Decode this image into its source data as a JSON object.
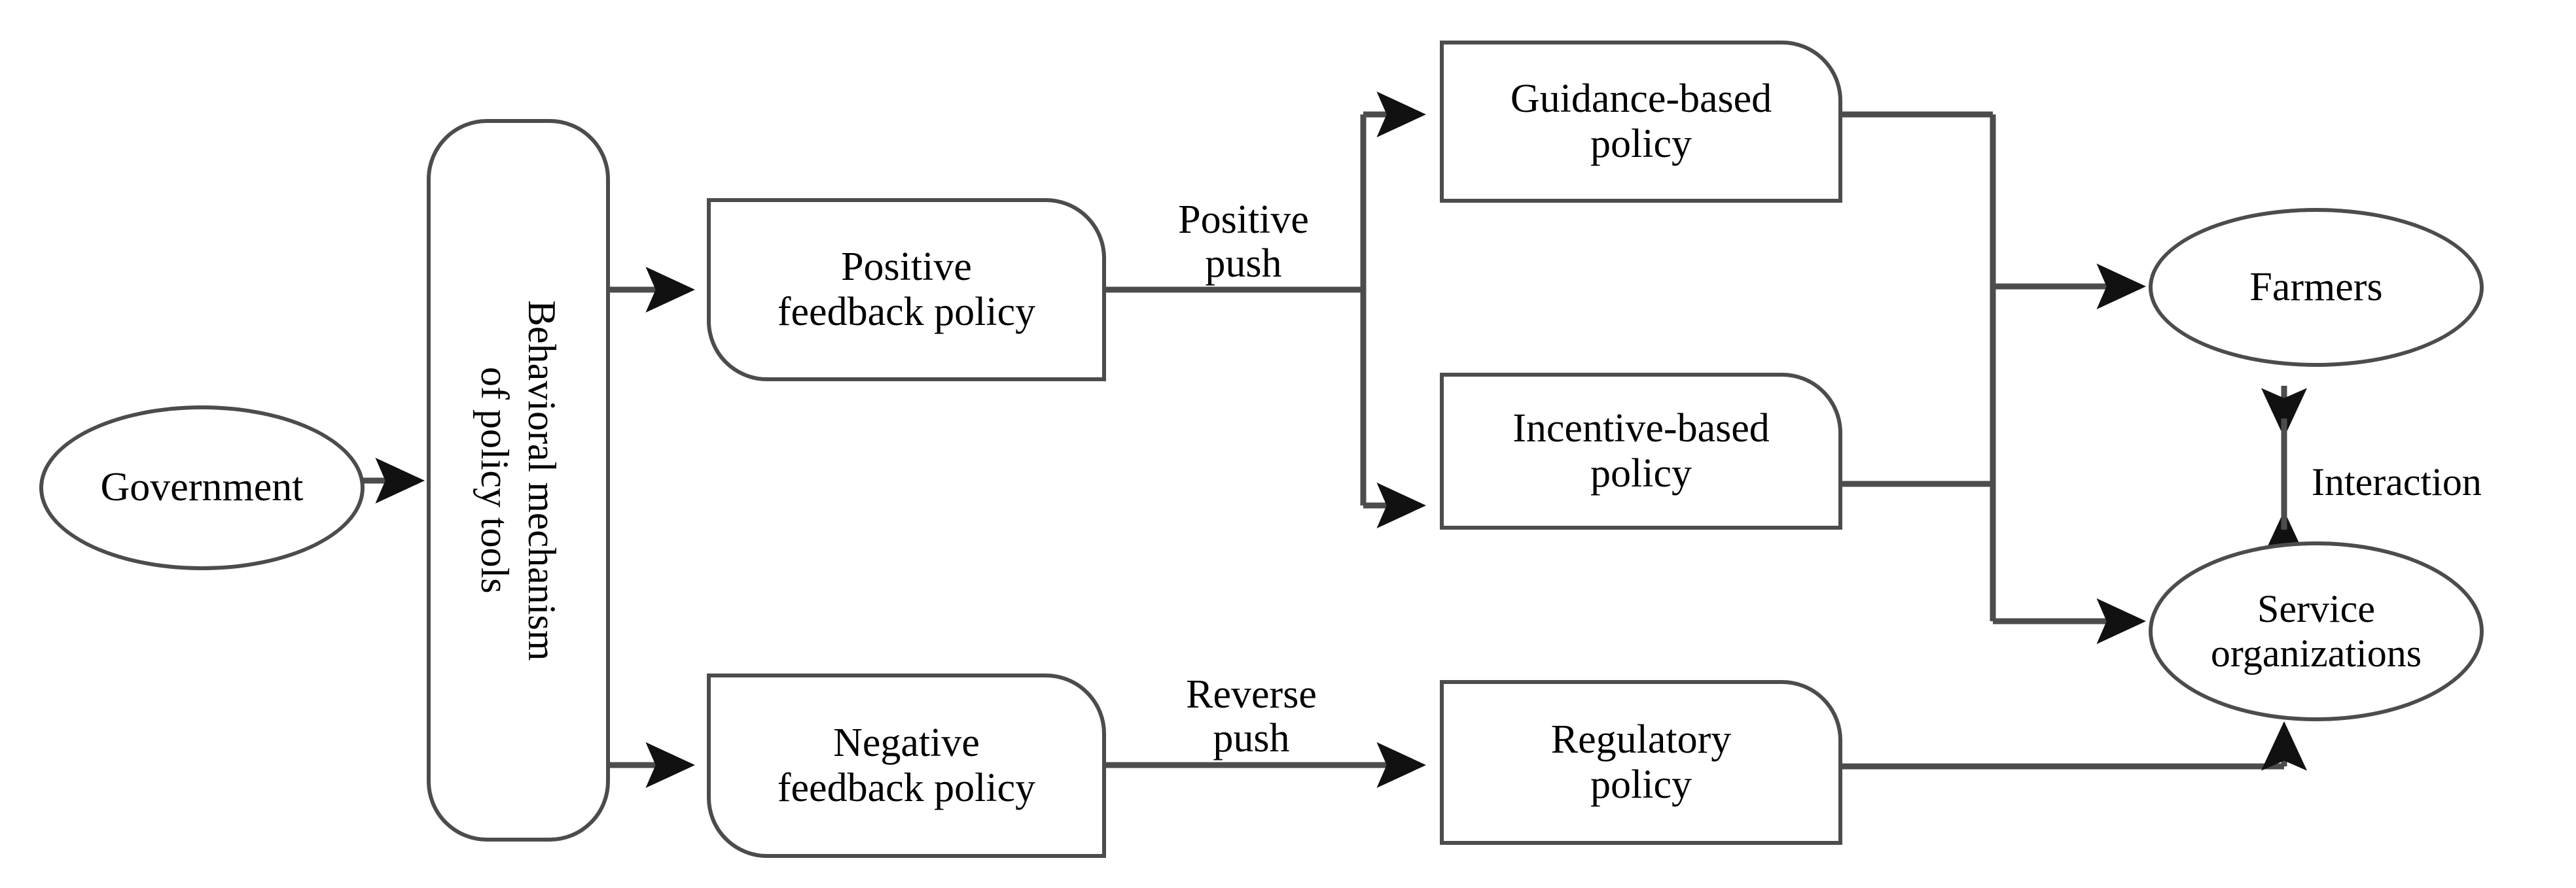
{
  "diagram": {
    "title": "Behavioral mechanism of policy tools",
    "stroke_color": "#4c4c4c",
    "text_color": "#000000",
    "background": "#ffffff",
    "type": "flowchart"
  },
  "nodes": {
    "government": {
      "label": "Government",
      "shape": "ellipse"
    },
    "mechanism": {
      "label": "Behavioral mechanism\nof policy tools",
      "shape": "rounded-rect-vertical"
    },
    "positive_feedback": {
      "label": "Positive\nfeedback policy",
      "shape": "flag"
    },
    "negative_feedback": {
      "label": "Negative\nfeedback policy",
      "shape": "flag"
    },
    "guidance": {
      "label": "Guidance-based\npolicy",
      "shape": "flag"
    },
    "incentive": {
      "label": "Incentive-based\npolicy",
      "shape": "flag"
    },
    "regulatory": {
      "label": "Regulatory\npolicy",
      "shape": "flag"
    },
    "farmers": {
      "label": "Farmers",
      "shape": "ellipse"
    },
    "service_organizations": {
      "label": "Service\norganizations",
      "shape": "ellipse"
    }
  },
  "edge_labels": {
    "positive_push": "Positive\npush",
    "reverse_push": "Reverse\npush",
    "interaction": "Interaction"
  },
  "edges": [
    {
      "from": "government",
      "to": "mechanism",
      "label": ""
    },
    {
      "from": "mechanism",
      "to": "positive_feedback",
      "label": ""
    },
    {
      "from": "mechanism",
      "to": "negative_feedback",
      "label": ""
    },
    {
      "from": "positive_feedback",
      "to": "guidance",
      "label": "Positive push"
    },
    {
      "from": "positive_feedback",
      "to": "incentive",
      "label": "Positive push"
    },
    {
      "from": "guidance",
      "to": "farmers",
      "label": ""
    },
    {
      "from": "guidance",
      "to": "service_organizations",
      "label": ""
    },
    {
      "from": "incentive",
      "to": "farmers",
      "label": ""
    },
    {
      "from": "incentive",
      "to": "service_organizations",
      "label": ""
    },
    {
      "from": "negative_feedback",
      "to": "regulatory",
      "label": "Reverse push"
    },
    {
      "from": "regulatory",
      "to": "service_organizations",
      "label": ""
    },
    {
      "from": "farmers",
      "to": "service_organizations",
      "label": "Interaction",
      "bidirectional": true
    }
  ]
}
